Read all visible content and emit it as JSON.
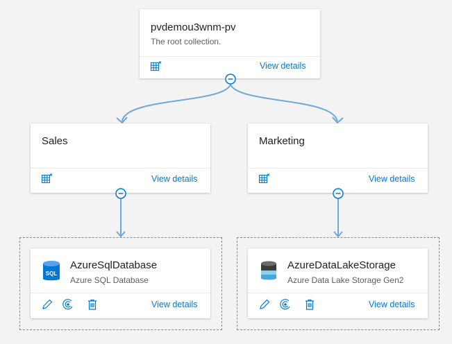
{
  "root": {
    "title": "pvdemou3wnm-pv",
    "subtitle": "The root collection.",
    "view_details": "View details",
    "icon": "collection-grid-icon"
  },
  "collections": [
    {
      "title": "Sales",
      "view_details": "View details",
      "icon": "collection-grid-icon"
    },
    {
      "title": "Marketing",
      "view_details": "View details",
      "icon": "collection-grid-icon"
    }
  ],
  "sources": [
    {
      "title": "AzureSqlDatabase",
      "subtitle": "Azure SQL Database",
      "view_details": "View details",
      "icon": "sql-database-icon",
      "actions": [
        "edit-icon",
        "scan-icon",
        "delete-icon"
      ]
    },
    {
      "title": "AzureDataLakeStorage",
      "subtitle": "Azure Data Lake Storage Gen2",
      "view_details": "View details",
      "icon": "data-lake-storage-icon",
      "actions": [
        "edit-icon",
        "scan-icon",
        "delete-icon"
      ]
    }
  ],
  "colors": {
    "background": "#f3f3f3",
    "accent": "#0078d4",
    "connector": "#6ea6d8",
    "text": "#201f1e",
    "subtext": "#605e5c"
  }
}
